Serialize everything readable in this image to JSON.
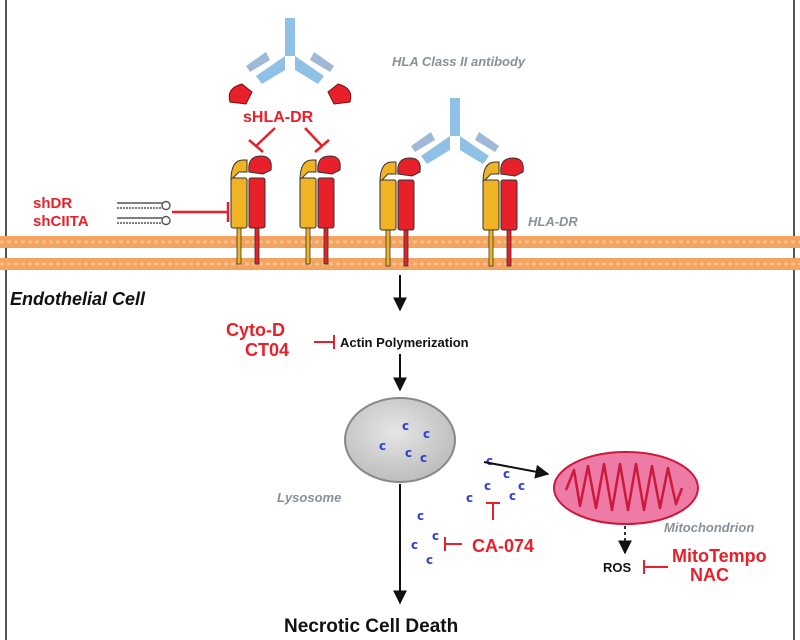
{
  "labels": {
    "antibody": "HLA Class II antibody",
    "shla_dr": "sHLA-DR",
    "shdr": "shDR",
    "shciita": "shCIITA",
    "hla_dr": "HLA-DR",
    "endothelial_cell": "Endothelial Cell",
    "cyto_d": "Cyto-D",
    "ct04": "CT04",
    "actin": "Actin Polymerization",
    "lysosome": "Lysosome",
    "ca074": "CA-074",
    "mitochondrion": "Mitochondrion",
    "ros": "ROS",
    "mitotempo": "MitoTempo",
    "nac": "NAC",
    "necrotic": "Necrotic Cell Death"
  },
  "colors": {
    "antibody": "#8fc1e6",
    "antibody_tip": "#e8202a",
    "receptor_yellow": "#f0b323",
    "receptor_red": "#e8202a",
    "membrane": "#f4a460",
    "inhibitor": "#e8202a",
    "lysosome": "#c8c8c8",
    "cathepsin": "#2b3fd6",
    "mitochondrion": "#ee7aa6"
  }
}
